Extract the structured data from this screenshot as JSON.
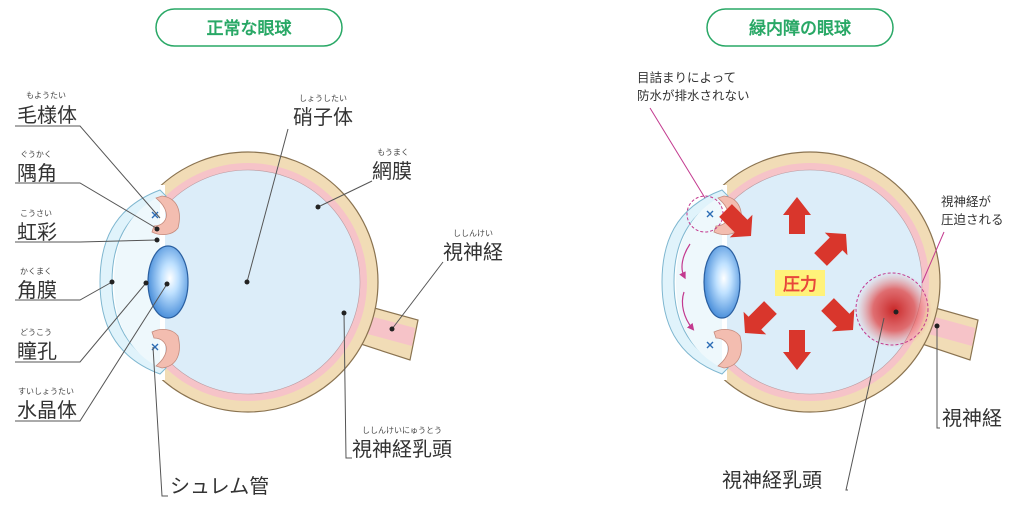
{
  "normal": {
    "title": "正常な眼球",
    "labels": {
      "ciliary_body": {
        "ruby": "もようたい",
        "text": "毛様体"
      },
      "angle": {
        "ruby": "ぐうかく",
        "text": "隅角"
      },
      "iris": {
        "ruby": "こうさい",
        "text": "虹彩"
      },
      "cornea": {
        "ruby": "かくまく",
        "text": "角膜"
      },
      "pupil": {
        "ruby": "どうこう",
        "text": "瞳孔"
      },
      "lens": {
        "ruby": "すいしょうたい",
        "text": "水晶体"
      },
      "vitreous": {
        "ruby": "しょうしたい",
        "text": "硝子体"
      },
      "retina": {
        "ruby": "もうまく",
        "text": "網膜"
      },
      "optic_nerve": {
        "ruby": "ししんけい",
        "text": "視神経"
      },
      "optic_disc": {
        "ruby": "ししんけいにゅうとう",
        "text": "視神経乳頭"
      },
      "schlemm": {
        "text": "シュレム管"
      }
    }
  },
  "glaucoma": {
    "title": "緑内障の眼球",
    "clog_note": [
      "目詰まりによって",
      "防水が排水されない"
    ],
    "compress_note": [
      "視神経が",
      "圧迫される"
    ],
    "pressure_label": "圧力",
    "optic_nerve": "視神経",
    "optic_disc": "視神経乳頭"
  },
  "colors": {
    "accent_green": "#29a866",
    "sclera": "#f1dcb6",
    "retina_pink": "#f6c3c8",
    "vitreous_blue": "#dcedf9",
    "arrow_red": "#d9362c",
    "pressure_yellow": "#fff27a"
  }
}
